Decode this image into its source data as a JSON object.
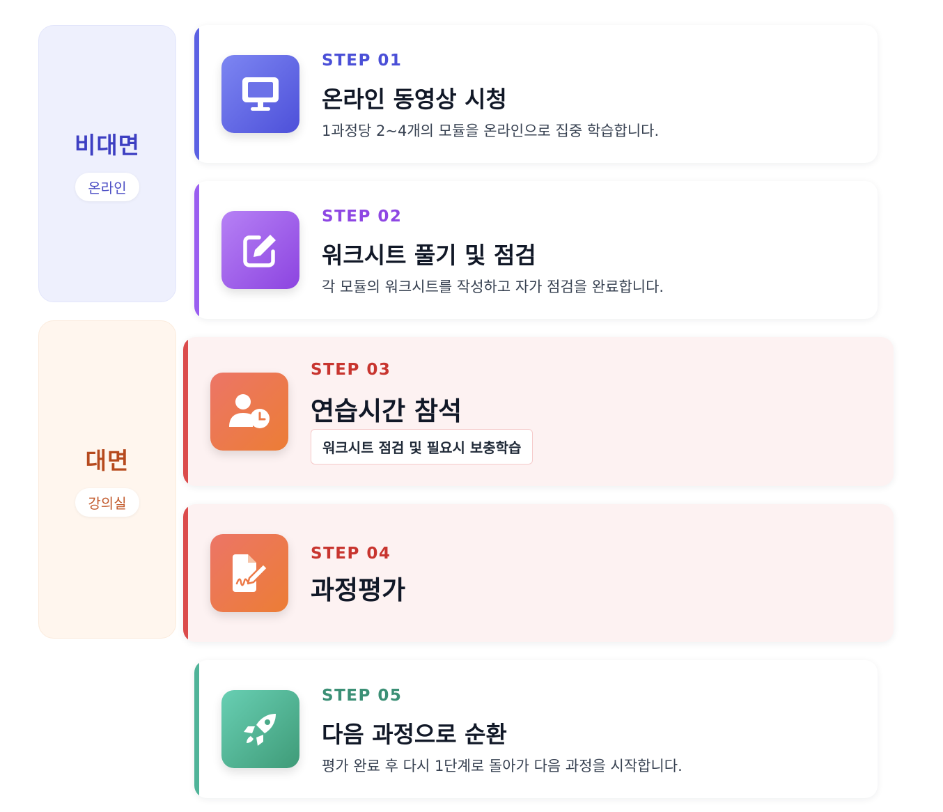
{
  "phases": {
    "online": {
      "title": "비대면",
      "chip": "온라인"
    },
    "offline": {
      "title": "대면",
      "chip": "강의실"
    }
  },
  "steps": [
    {
      "label": "STEP 01",
      "title": "온라인 동영상 시청",
      "desc": "1과정당 2~4개의 모듈을 온라인으로 집중 학습합니다.",
      "icon": "monitor-icon"
    },
    {
      "label": "STEP 02",
      "title": "워크시트 풀기 및 점검",
      "desc": "각 모듈의 워크시트를 작성하고 자가 점검을 완료합니다.",
      "icon": "edit-icon"
    },
    {
      "label": "STEP 03",
      "title": "연습시간 참석",
      "tag": "워크시트 점검 및 필요시 보충학습",
      "icon": "user-clock-icon"
    },
    {
      "label": "STEP 04",
      "title": "과정평가",
      "icon": "file-signature-icon"
    },
    {
      "label": "STEP 05",
      "title": "다음 과정으로 순환",
      "desc": "평가 완료 후 다시 1단계로 돌아가 다음 과정을 시작합니다.",
      "icon": "rocket-icon"
    }
  ],
  "colors": {
    "online_accent": "#4a4fd7",
    "online_accent_2": "#8e47e3",
    "offline_accent": "#c8352f",
    "cycle_accent": "#3b8f75"
  }
}
